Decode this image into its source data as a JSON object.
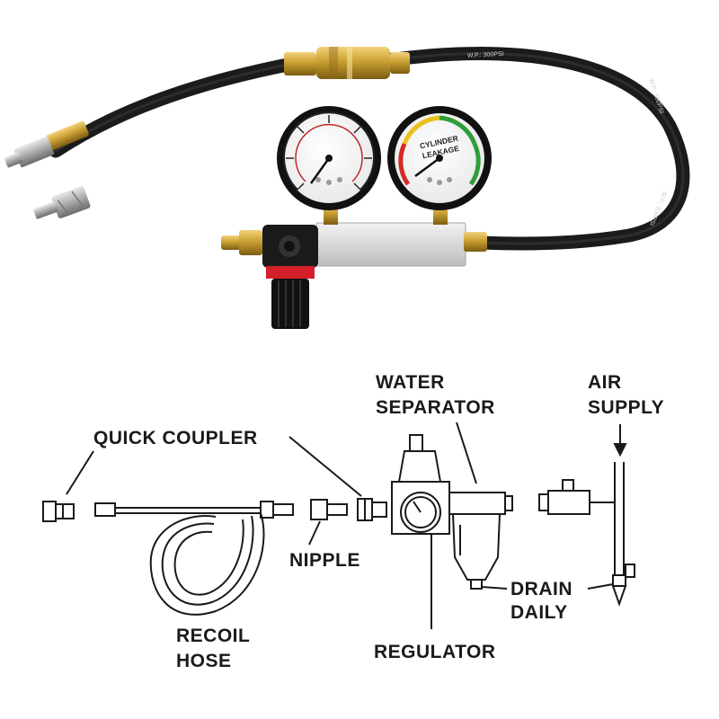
{
  "photo": {
    "gauge_right_label_line1": "CYLINDER",
    "gauge_right_label_line2": "LEAKAGE",
    "hose_print": "W.P.: 300PSI",
    "colors": {
      "hose": "#1b1b1b",
      "brass": "#c9a032",
      "aluminum_block": "#dcdcdc",
      "gauge_bezel": "#111111",
      "regulator_red_ring": "#d21f2a",
      "leakage_green": "#2e9e3a",
      "leakage_yellow": "#e8c21a",
      "leakage_red": "#d32a22"
    },
    "icons": [
      "fitting-icon",
      "adapter-icon",
      "pressure-gauge-icon",
      "leakage-gauge-icon",
      "regulator-icon",
      "manifold-block-icon",
      "air-hose-icon",
      "brass-coupler-icon"
    ]
  },
  "diagram": {
    "labels": {
      "quick_coupler": "QUICK COUPLER",
      "water_separator_1": "WATER",
      "water_separator_2": "SEPARATOR",
      "air_supply_1": "AIR",
      "air_supply_2": "SUPPLY",
      "nipple": "NIPPLE",
      "drain_daily_1": "DRAIN",
      "drain_daily_2": "DAILY",
      "recoil_hose_1": "RECOIL",
      "recoil_hose_2": "HOSE",
      "regulator": "REGULATOR"
    }
  }
}
